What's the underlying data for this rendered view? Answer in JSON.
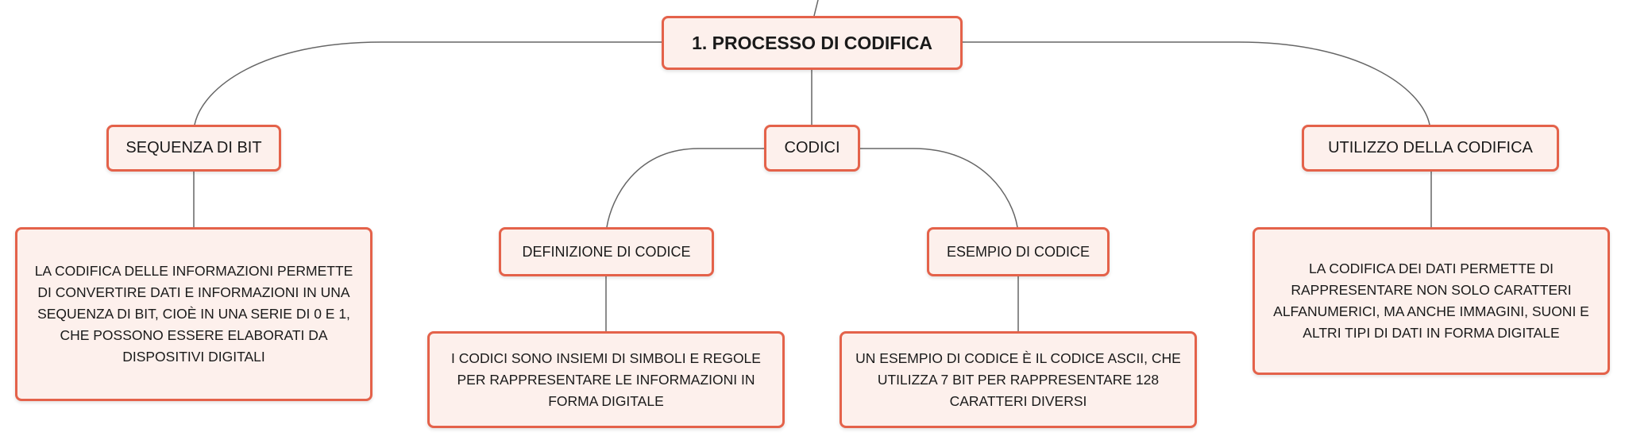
{
  "mindmap": {
    "root": {
      "label": "1. PROCESSO DI CODIFICA"
    },
    "sequenza": {
      "label": "SEQUENZA DI BIT",
      "text": "LA CODIFICA DELLE INFORMAZIONI PERMETTE DI CONVERTIRE DATI E INFORMAZIONI IN UNA SEQUENZA DI BIT, CIOÈ IN UNA SERIE DI 0 E 1, CHE POSSONO ESSERE ELABORATI DA DISPOSITIVI DIGITALI"
    },
    "codici": {
      "label": "CODICI",
      "definizione": {
        "label": "DEFINIZIONE DI CODICE",
        "text": "I CODICI SONO INSIEMI DI SIMBOLI E REGOLE PER RAPPRESENTARE LE INFORMAZIONI IN FORMA DIGITALE"
      },
      "esempio": {
        "label": "ESEMPIO DI CODICE",
        "text": "UN ESEMPIO DI CODICE È IL CODICE ASCII, CHE UTILIZZA 7 BIT PER RAPPRESENTARE 128 CARATTERI DIVERSI"
      }
    },
    "utilizzo": {
      "label": "UTILIZZO DELLA CODIFICA",
      "text": "LA CODIFICA DEI DATI PERMETTE DI RAPPRESENTARE NON SOLO CARATTERI ALFANUMERICI, MA ANCHE IMMAGINI, SUONI E ALTRI TIPI DI DATI IN FORMA DIGITALE"
    }
  },
  "colors": {
    "node_border": "#e4624a",
    "node_fill": "#fdf0ec",
    "connector": "#666666"
  }
}
